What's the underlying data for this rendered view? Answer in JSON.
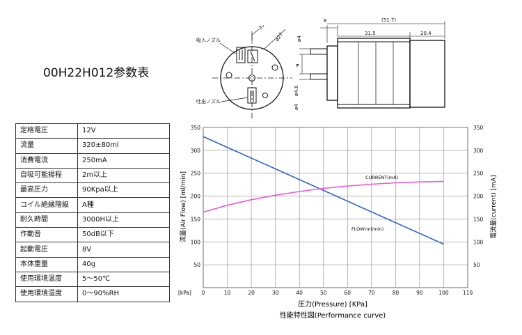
{
  "title": "00H22H012参数表",
  "specs": [
    {
      "label": "定格電圧",
      "value": "12V"
    },
    {
      "label": "流量",
      "value": "320±80ml"
    },
    {
      "label": "消費電流",
      "value": "250mA"
    },
    {
      "label": "自吸可能揚程",
      "value": "2m以上"
    },
    {
      "label": "最高圧力",
      "value": "90Kpa以上"
    },
    {
      "label": "コイル絶縁階級",
      "value": "A種"
    },
    {
      "label": "耐久時間",
      "value": "3000H以上"
    },
    {
      "label": "作動音",
      "value": "50dB以下"
    },
    {
      "label": "起動電圧",
      "value": "8V"
    },
    {
      "label": "本体重量",
      "value": "40g"
    },
    {
      "label": "使用環境温度",
      "value": "5～50℃"
    },
    {
      "label": "使用環境湿度",
      "value": "0～90%RH"
    }
  ],
  "drawing": {
    "inlet_label": "吸入ノズル",
    "outlet_label": "吐出ノズル",
    "dim_angle": "5°",
    "dim_dia27": "ø27",
    "dim_dia4_top": "ø4",
    "dim_9": "9",
    "dim_dia46": "ø4.6",
    "dim_dia4_bottom": "ø4",
    "dim_8": "8",
    "dim_total": "(51.7)",
    "dim_315": "31.5",
    "dim_204": "20.4"
  },
  "chart_data": {
    "type": "line",
    "x_unit_label": "[kPa]",
    "xlabel": "圧力(Pressure) [KPa]",
    "ylabel_left": "流量(Air Flow) [ml/min]",
    "ylabel_right": "電流量(current) [mA]",
    "caption": "性能特性図(Performance curve)",
    "xlim": [
      0,
      110
    ],
    "ylim": [
      0,
      350
    ],
    "x_ticks": [
      0,
      10,
      20,
      30,
      40,
      50,
      60,
      70,
      80,
      90,
      100,
      110
    ],
    "y_ticks": [
      50,
      100,
      150,
      200,
      250,
      300,
      350
    ],
    "grid": true,
    "series": [
      {
        "name": "FLOW(ml/min)",
        "color": "#2a63d6",
        "x": [
          0,
          100
        ],
        "y": [
          330,
          95
        ]
      },
      {
        "name": "CURRENT(mA)",
        "color": "#ee55e6",
        "x": [
          0,
          10,
          20,
          30,
          40,
          50,
          60,
          70,
          80,
          90,
          100
        ],
        "y": [
          165,
          180,
          192,
          202,
          210,
          217,
          222,
          226,
          229,
          231,
          232
        ]
      }
    ]
  }
}
